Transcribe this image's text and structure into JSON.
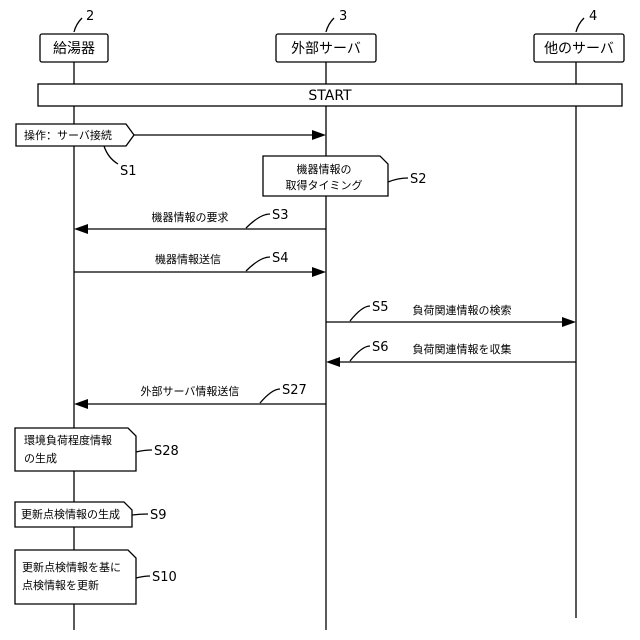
{
  "participants": [
    {
      "ref": "2",
      "label": "給湯器"
    },
    {
      "ref": "3",
      "label": "外部サーバ"
    },
    {
      "ref": "4",
      "label": "他のサーバ"
    }
  ],
  "start_label": "START",
  "messages": [
    {
      "id": "op",
      "label": "操作：サーバ接続",
      "step": "S1"
    },
    {
      "id": "s2",
      "lines": [
        "機器情報の",
        "取得タイミング"
      ],
      "step": "S2"
    },
    {
      "id": "s3",
      "label": "機器情報の要求",
      "step": "S3"
    },
    {
      "id": "s4",
      "label": "機器情報送信",
      "step": "S4"
    },
    {
      "id": "s5",
      "label": "負荷関連情報の検索",
      "step": "S5"
    },
    {
      "id": "s6",
      "label": "負荷関連情報を収集",
      "step": "S6"
    },
    {
      "id": "s27",
      "label": "外部サーバ情報送信",
      "step": "S27"
    }
  ],
  "processes": [
    {
      "id": "s28",
      "lines": [
        "環境負荷程度情報",
        "の生成"
      ],
      "step": "S28"
    },
    {
      "id": "s9",
      "lines": [
        "更新点検情報の生成"
      ],
      "step": "S9"
    },
    {
      "id": "s10",
      "lines": [
        "更新点検情報を基に",
        "点検情報を更新"
      ],
      "step": "S10"
    }
  ]
}
